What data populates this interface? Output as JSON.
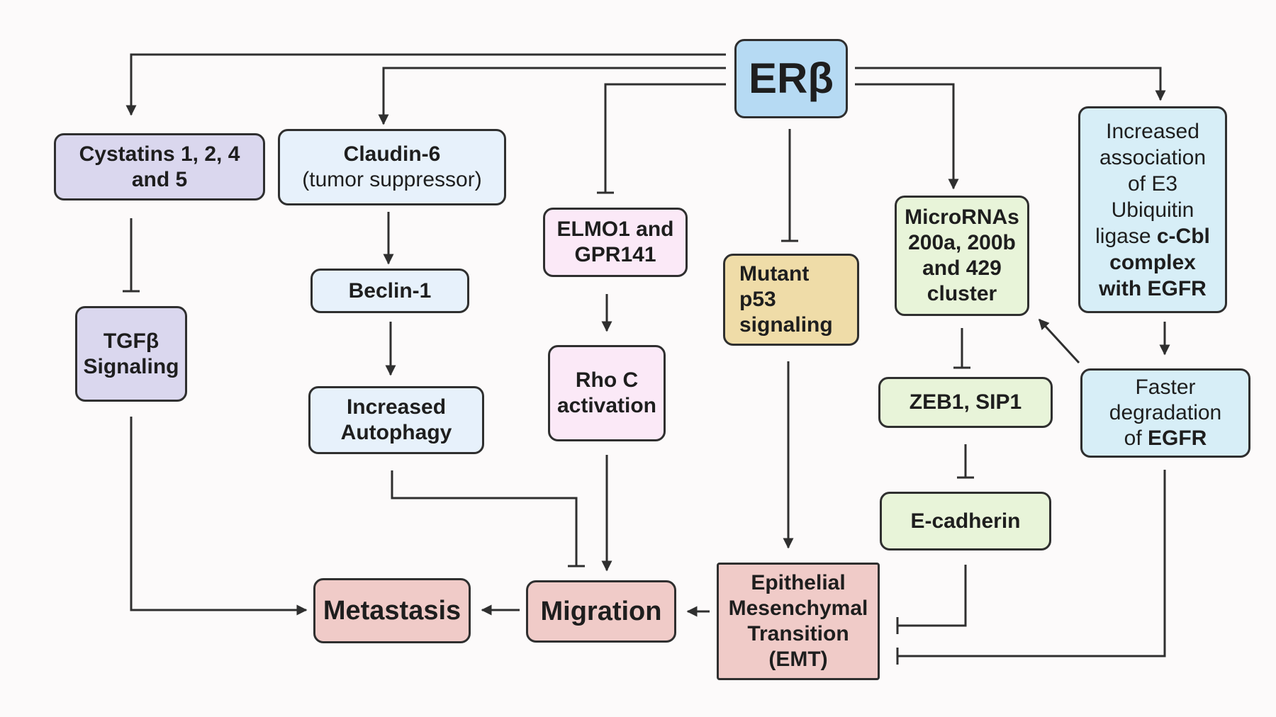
{
  "nodes": {
    "erb": {
      "lines": [
        "ERβ"
      ]
    },
    "cystatins": {
      "lines": [
        "Cystatins 1, 2, 4",
        "and 5"
      ]
    },
    "claudin": {
      "lines": [
        "Claudin-6",
        "(tumor suppressor)"
      ]
    },
    "elmo": {
      "lines": [
        "ELMO1 and",
        "GPR141"
      ]
    },
    "p53": {
      "lines": [
        "Mutant",
        "p53",
        "signaling"
      ]
    },
    "microrna": {
      "lines": [
        "MicroRNAs",
        "200a, 200b",
        "and 429",
        "cluster"
      ]
    },
    "cbl": {
      "lines": [
        "Increased",
        "association",
        "of E3",
        "Ubiquitin",
        "ligase",
        "c-Cbl",
        "complex",
        "with EGFR"
      ]
    },
    "tgfb": {
      "lines": [
        "TGFβ",
        "Signaling"
      ]
    },
    "beclin": {
      "lines": [
        "Beclin-1"
      ]
    },
    "autophagy": {
      "lines": [
        "Increased",
        "Autophagy"
      ]
    },
    "rhoc": {
      "lines": [
        "Rho C",
        "activation"
      ]
    },
    "zeb": {
      "lines": [
        "ZEB1, SIP1"
      ]
    },
    "ecadherin": {
      "lines": [
        "E-cadherin"
      ]
    },
    "egfr_deg": {
      "lines": [
        "Faster",
        "degradation",
        "of",
        "EGFR"
      ]
    },
    "emt": {
      "lines": [
        "Epithelial",
        "Mesenchymal",
        "Transition",
        "(EMT)"
      ]
    },
    "migration": {
      "lines": [
        "Migration"
      ]
    },
    "metastasis": {
      "lines": [
        "Metastasis"
      ]
    }
  },
  "edge_types": {
    "activation": "arrow",
    "inhibition": "bar"
  },
  "colors": {
    "stroke": "#2f2f2f",
    "erb": "#b6daf3",
    "lavender": "#dad7ee",
    "light_blue": "#e7f1fb",
    "light_pink": "#fbe9f7",
    "tan": "#efdca8",
    "light_green": "#e8f4d9",
    "cyan": "#d7eef7",
    "salmon": "#f0cbc8"
  }
}
